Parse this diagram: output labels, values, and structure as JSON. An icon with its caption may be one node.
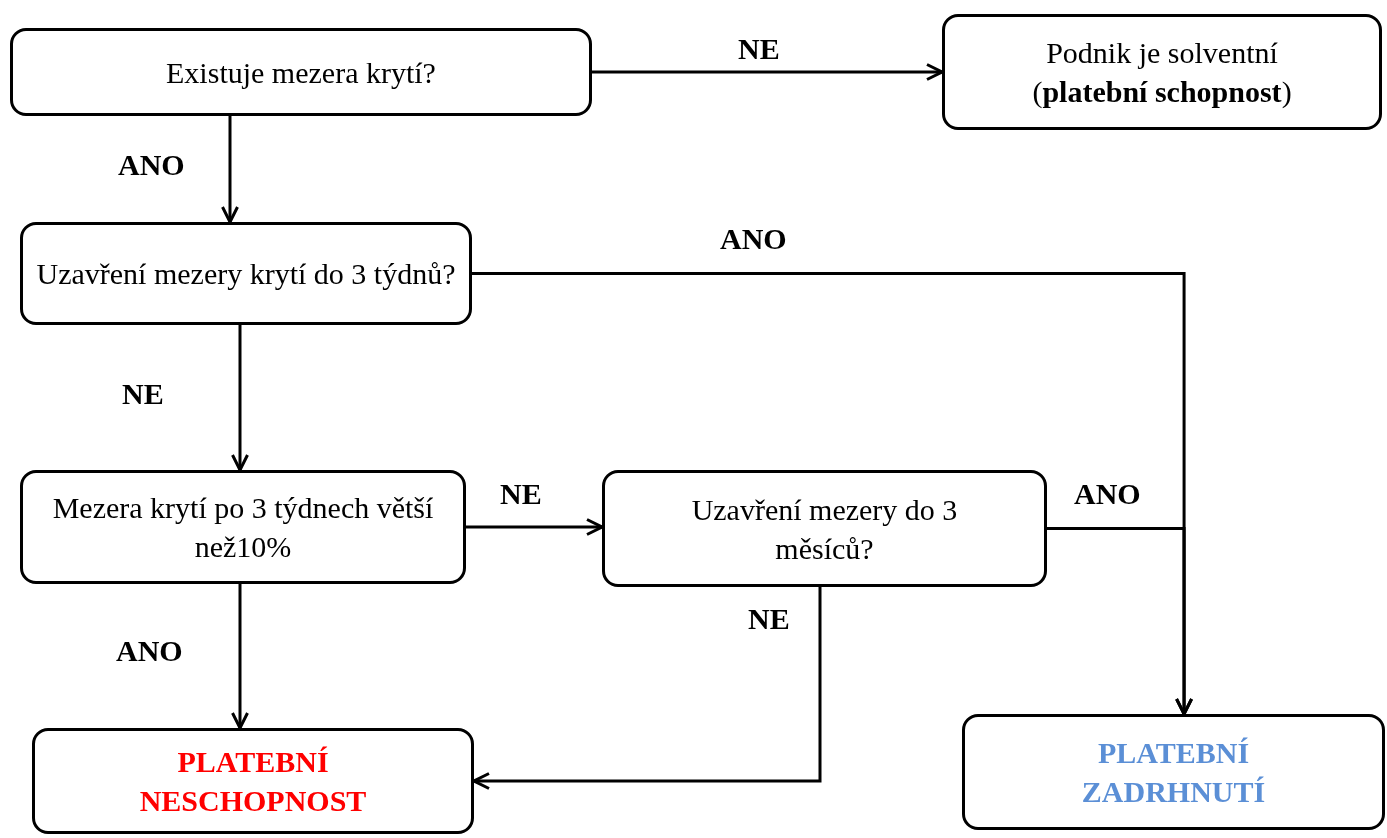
{
  "diagram": {
    "nodes": [
      {
        "text": [
          "Existuje mezera krytí?"
        ]
      },
      {
        "text": [
          "Podnik je solventní (**platební schopnost**)"
        ]
      },
      {
        "text": [
          "Uzavření mezery krytí do 3 týdnů?"
        ]
      },
      {
        "text": [
          "Mezera krytí po 3 týdnech větší než10%"
        ]
      },
      {
        "text": [
          "Uzavření mezery do 3 měsíců?"
        ]
      },
      {
        "text": [
          "PLATEBNÍ NESCHOPNOST"
        ]
      },
      {
        "text": [
          "PLATEBNÍ ZADRHNUTÍ"
        ]
      }
    ],
    "edges": [
      {
        "from": 0,
        "to": 1,
        "arrow": "to",
        "label": "NE"
      },
      {
        "from": 0,
        "to": 2,
        "arrow": "to",
        "label": "ANO"
      },
      {
        "from": 2,
        "to": 6,
        "arrow": "to",
        "label": "ANO"
      },
      {
        "from": 2,
        "to": 3,
        "arrow": "to",
        "label": "NE"
      },
      {
        "from": 3,
        "to": 4,
        "arrow": "to",
        "label": "NE"
      },
      {
        "from": 4,
        "to": 6,
        "arrow": "to",
        "label": "ANO"
      },
      {
        "from": 4,
        "to": 5,
        "arrow": "to",
        "label": "NE"
      },
      {
        "from": 3,
        "to": 5,
        "arrow": "to",
        "label": "ANO"
      }
    ]
  }
}
